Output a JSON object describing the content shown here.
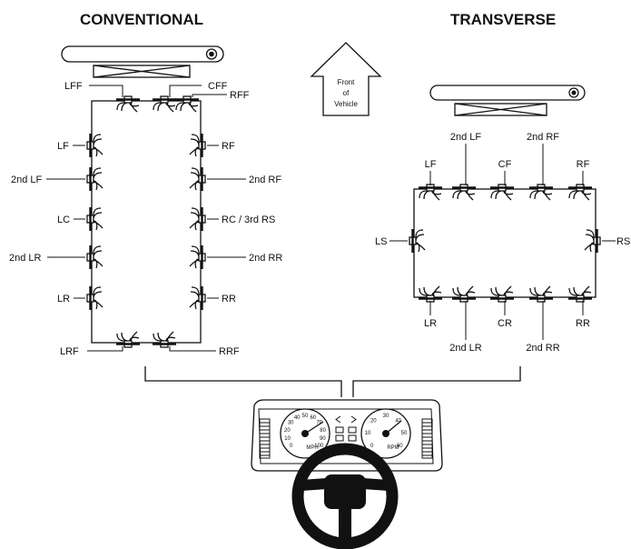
{
  "titles": {
    "conventional": "CONVENTIONAL",
    "transverse": "TRANSVERSE"
  },
  "arrow": {
    "line1": "Front",
    "line2": "of",
    "line3": "Vehicle"
  },
  "conventional": {
    "lff": "LFF",
    "cff": "CFF",
    "rff": "RFF",
    "lf": "LF",
    "rf": "RF",
    "lf2": "2nd LF",
    "rf2": "2nd RF",
    "lc": "LC",
    "rc": "RC / 3rd RS",
    "lr2": "2nd LR",
    "rr2": "2nd RR",
    "lr": "LR",
    "rr": "RR",
    "lrf": "LRF",
    "rrf": "RRF"
  },
  "transverse": {
    "lf": "LF",
    "lf2": "2nd LF",
    "cf": "CF",
    "rf2": "2nd RF",
    "rf": "RF",
    "ls": "LS",
    "rs": "RS",
    "lr": "LR",
    "lr2": "2nd LR",
    "cr": "CR",
    "rr2": "2nd RR",
    "rr": "RR"
  },
  "dashboard": {
    "left_gauge": [
      "0",
      "10",
      "20",
      "30",
      "40",
      "50",
      "60",
      "70",
      "80",
      "90",
      "100"
    ],
    "left_unit": "MPH",
    "right_gauge": [
      "0",
      "10",
      "20",
      "30",
      "40",
      "50",
      "60"
    ],
    "right_unit": "RPM"
  },
  "icons": [
    "lightbar-icon",
    "front-arrow-icon",
    "light-fixture-icon",
    "dashboard-icon",
    "steering-wheel-icon"
  ]
}
